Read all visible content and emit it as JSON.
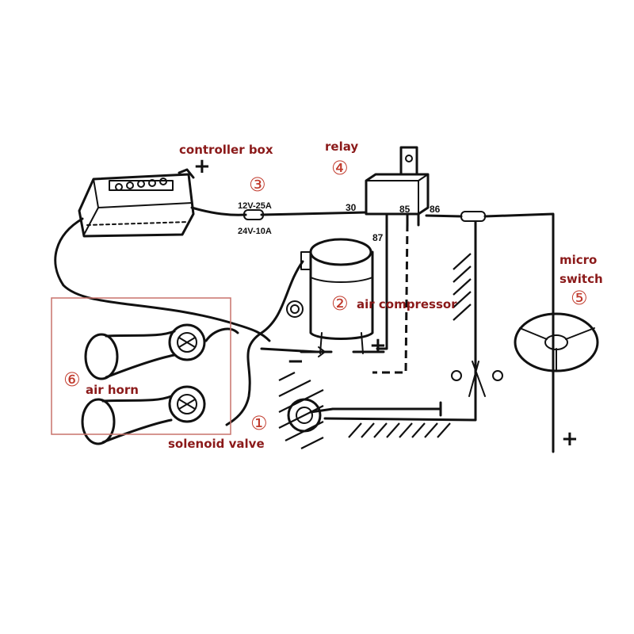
{
  "labels": {
    "controller_box": "controller box",
    "relay": "relay",
    "micro_switch_line1": "micro",
    "micro_switch_line2": "switch",
    "air_compressor": "air compressor",
    "air_horn": "air horn",
    "solenoid_valve": "solenoid valve"
  },
  "numbers": {
    "n1": "①",
    "n2": "②",
    "n3": "③",
    "n4": "④",
    "n5": "⑤",
    "n6": "⑥"
  },
  "fuse": {
    "line1": "12V-25A",
    "line2": "24V-10A"
  },
  "relay_pins": {
    "p30": "30",
    "p85": "85",
    "p86": "86",
    "p87": "87"
  },
  "signs": {
    "plus": "+",
    "minus": "−"
  },
  "colors": {
    "label": "#8b1a1a",
    "number": "#c0392b",
    "ink": "#111111",
    "highlight_box": "#c9726b"
  }
}
